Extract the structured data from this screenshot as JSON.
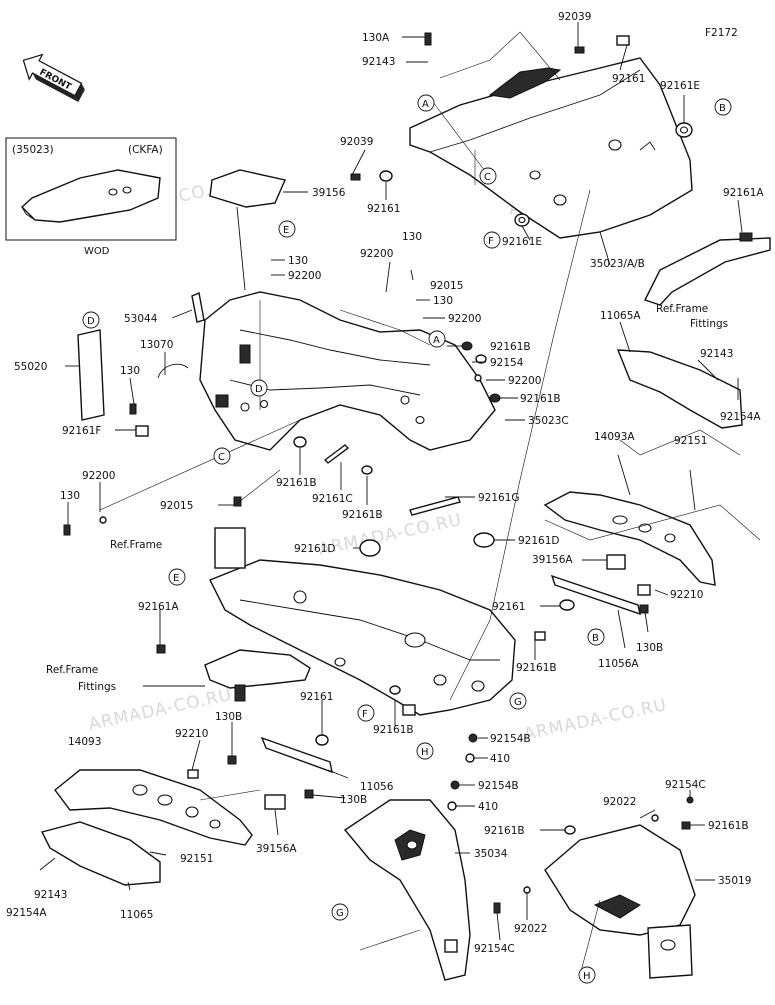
{
  "figure_code": "F2172",
  "front_label": "FRONT",
  "inset": {
    "part": "(35023)",
    "code": "(CKFA)",
    "note": "WOD"
  },
  "watermark": "ARMADA-CO.RU",
  "refs": [
    "A",
    "B",
    "C",
    "D",
    "E",
    "F",
    "G",
    "H"
  ],
  "parts": {
    "p130A": "130A",
    "p92143_top": "92143",
    "p92039_top": "92039",
    "p92161_top": "92161",
    "p92161E_top": "92161E",
    "p92039_left": "92039",
    "p92161_mid": "92161",
    "p92161E_mid": "92161E",
    "p35023AB": "35023/A/B",
    "p92161A_top": "92161A",
    "p39156_top": "39156",
    "p130_a": "130",
    "p92200_a": "92200",
    "p130_b": "130",
    "p92200_b": "92200",
    "p92015_top": "92015",
    "p130_c": "130",
    "p92200_c": "92200",
    "p53044": "53044",
    "p13070": "13070",
    "p55020": "55020",
    "p130_left": "130",
    "p92161F": "92161F",
    "p92161B_1": "92161B",
    "p92154_mid": "92154",
    "p92200_mid": "92200",
    "p92161B_2": "92161B",
    "p35023C": "35023C",
    "p92161B_3": "92161B",
    "p92161C": "92161C",
    "p92161B_4": "92161B",
    "p92200_left": "92200",
    "p130_left2": "130",
    "p92015_left": "92015",
    "p92161G": "92161G",
    "p11065A": "11065A",
    "p92143_r": "92143",
    "p92154A_r": "92154A",
    "p14093A": "14093A",
    "p92151_r": "92151",
    "p92161D_a": "92161D",
    "p92161D_b": "92161D",
    "p39156A_r": "39156A",
    "p92210_r": "92210",
    "p92161_r": "92161",
    "p130B_r": "130B",
    "p11056A": "11056A",
    "p92161B_r": "92161B",
    "p92161A_left": "92161A",
    "p92161_b2": "92161",
    "p130B_l": "130B",
    "p92210_l": "92210",
    "p14093": "14093",
    "p11056": "11056",
    "p130B_b": "130B",
    "p92151_l": "92151",
    "p39156A_l": "39156A",
    "p92143_l": "92143",
    "p92154A_l": "92154A",
    "p11065": "11065",
    "p92161B_c": "92161B",
    "p92154B_1": "92154B",
    "p410_1": "410",
    "p92154B_2": "92154B",
    "p410_2": "410",
    "p92161B_d": "92161B",
    "p35034": "35034",
    "p92154C_top": "92154C",
    "p92022_top": "92022",
    "p92161B_e": "92161B",
    "p35019": "35019",
    "p92022_b": "92022",
    "p92154C_b": "92154C"
  },
  "ref_labels": {
    "ref_frame": "Ref.Frame",
    "ref_fittings_1": "Ref.Frame",
    "ref_fittings_2": "Fittings"
  }
}
